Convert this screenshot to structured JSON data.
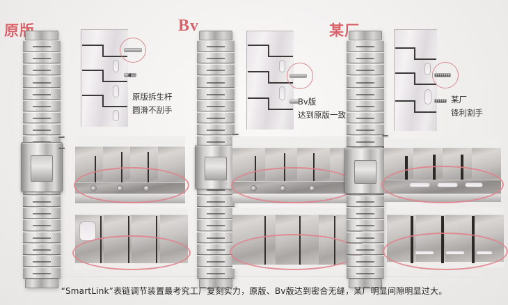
{
  "page": {
    "background_color": "#efeeec",
    "accent_color": "#d9636b",
    "marker_color": "#e08088",
    "caption": "“SmartLink”表链调节装置最考究工厂复刻实力，原版、Bv版达到密合无缝，某厂明显间隙明显过大。"
  },
  "columns": [
    {
      "id": "original",
      "heading": "原版",
      "heading_script": "cjk",
      "note_line1": "原版拆生杆",
      "note_line2": "圆滑不刮手",
      "pin_style": "smooth",
      "gap_quality": "密合无缝"
    },
    {
      "id": "bv",
      "heading": "Bv",
      "heading_script": "latin",
      "note_line1": "Bv版",
      "note_line2": "达到原版一致",
      "pin_style": "smooth",
      "gap_quality": "密合无缝"
    },
    {
      "id": "factory",
      "heading": "某厂",
      "heading_script": "cjk",
      "note_line1": "某厂",
      "note_line2": "锋利割手",
      "pin_style": "sharp",
      "gap_quality": "间隙明显过大"
    }
  ]
}
